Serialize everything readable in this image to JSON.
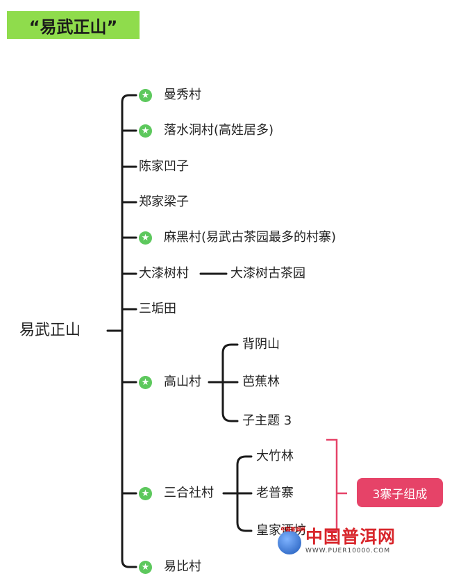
{
  "title": "“易武正山”",
  "root": "易武正山",
  "nodes": [
    {
      "label": "曼秀村",
      "starred": true
    },
    {
      "label": "落水洞村(高姓居多)",
      "starred": true
    },
    {
      "label": "陈家凹子",
      "starred": false
    },
    {
      "label": "郑家梁子",
      "starred": false
    },
    {
      "label": "麻黑村(易武古茶园最多的村寨)",
      "starred": true
    },
    {
      "label": "大漆树村",
      "starred": false,
      "children": [
        "大漆树古茶园"
      ]
    },
    {
      "label": "三垢田",
      "starred": false
    },
    {
      "label": "高山村",
      "starred": true,
      "children": [
        "背阴山",
        "芭蕉林",
        "子主题 3"
      ]
    },
    {
      "label": "三合社村",
      "starred": true,
      "children": [
        "大竹林",
        "老普寨",
        "皇家酒坊"
      ]
    },
    {
      "label": "易比村",
      "starred": true
    }
  ],
  "annotation": "3寨子组成",
  "watermark": {
    "name": "中国普洱网",
    "url": "WWW.PUER10000.COM",
    "logo_text": "中国普洱网"
  },
  "colors": {
    "title_bg": "#8fdc4c",
    "star": "#5dc85d",
    "annotation_bg": "#e64368",
    "bracket": "#e64368",
    "line": "#1a1a1a",
    "watermark": "#d8262b"
  },
  "icons": {
    "star": "star-icon",
    "globe": "globe-icon"
  }
}
